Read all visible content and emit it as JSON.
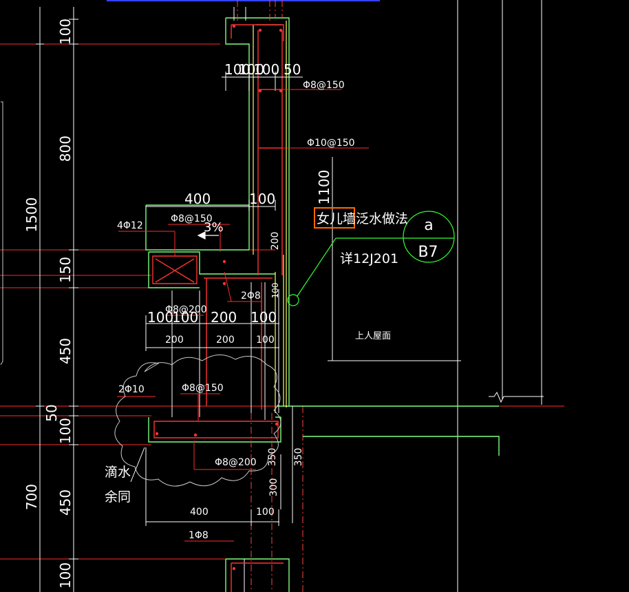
{
  "colors": {
    "background": "#000000",
    "dimension_red": "#ff2b2b",
    "concrete_green": "#7fff7f",
    "waterproof_yellow": "#ffff66",
    "rebar_red": "#ff3333",
    "dim_white": "#ffffff",
    "dashed_red": "#ff4040",
    "leader_green": "#33ff33",
    "highlight_orange": "#ff6a00"
  },
  "dims_left": {
    "d100_top": "100",
    "d800": "800",
    "d1500": "1500",
    "d150": "150",
    "d450_upper": "450",
    "d50": "50",
    "d100_mid": "100",
    "d700": "700",
    "d450_lower": "450",
    "d100_bottom": "100"
  },
  "dims_top": {
    "d100a": "100",
    "d100b": "100",
    "d100c": "100",
    "d50": "50"
  },
  "dims_mid": {
    "d400": "400",
    "d100": "100",
    "d100a": "100",
    "d100b": "100",
    "d200": "200",
    "d100c": "100",
    "w200a": "200",
    "w200b": "200",
    "w100": "100",
    "v200": "200",
    "v100": "100"
  },
  "dims_bottom": {
    "d400": "400",
    "d100": "100",
    "v350a": "350",
    "v350b": "350",
    "v300": "300"
  },
  "rebar": {
    "r_top": "Φ8@150",
    "r_main": "Φ10@150",
    "r_4phi12": "4Φ12",
    "r_phi8_150": "Φ8@150",
    "r_phi8_200_mid": "Φ8@200",
    "r_2phi8": "2Φ8",
    "r_2phi10": "2Φ10",
    "r_phi8_150_low": "Φ8@150",
    "r_phi8_200_low": "Φ8@200",
    "r_1phi8": "1Φ8"
  },
  "annotations": {
    "slope": "3%",
    "h1100": "1100",
    "parapet_note": "女儿墙泛水做法",
    "detail_ref": "详12J201",
    "roof": "上人屋面",
    "drip": "滴水",
    "same": "余同",
    "callout_top": "a",
    "callout_bottom": "B7"
  }
}
